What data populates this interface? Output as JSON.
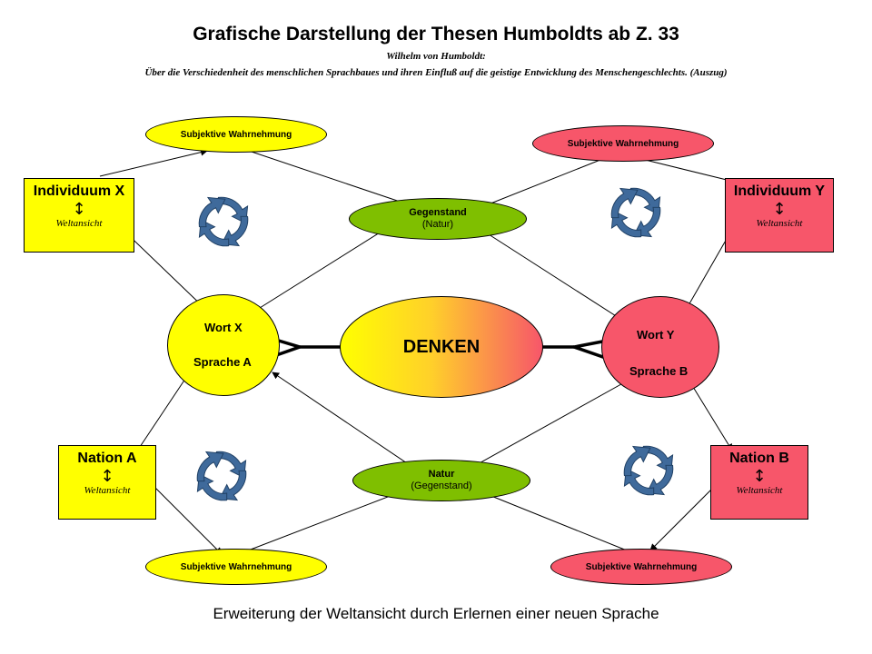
{
  "header": {
    "title": "Grafische Darstellung der Thesen Humboldts ab Z. 33",
    "author_line": "Wilhelm von Humboldt:",
    "work_line": "Über die Verschiedenheit des menschlichen Sprachbaues und ihren Einfluß auf die geistige Entwicklung des Menschengeschlechts. (Auszug)"
  },
  "boxes": {
    "individuum_x": {
      "name": "Individuum X",
      "arrow": "↕",
      "sub": "Weltansicht"
    },
    "individuum_y": {
      "name": "Individuum Y",
      "arrow": "↕",
      "sub": "Weltansicht"
    },
    "nation_a": {
      "name": "Nation A",
      "arrow": "↕",
      "sub": "Weltansicht"
    },
    "nation_b": {
      "name": "Nation B",
      "arrow": "↕",
      "sub": "Weltansicht"
    }
  },
  "perception": {
    "top_left": "Subjektive Wahrnehmung",
    "top_right": "Subjektive Wahrnehmung",
    "bottom_left": "Subjektive Wahrnehmung",
    "bottom_right": "Subjektive Wahrnehmung"
  },
  "objects": {
    "top": {
      "line1": "Gegenstand",
      "line2": "(Natur)"
    },
    "bottom": {
      "line1": "Natur",
      "line2": "(Gegenstand)"
    }
  },
  "center": {
    "label": "DENKEN"
  },
  "language_a": {
    "word": "Wort X",
    "language": "Sprache A"
  },
  "language_b": {
    "word": "Wort Y",
    "language": "Sprache B"
  },
  "footer": "Erweiterung der Weltansicht durch Erlernen einer neuen Sprache",
  "colors": {
    "yellow": "#ffff00",
    "red": "#f7566a",
    "green": "#7fbf00",
    "cycle_blue": "#3f6a9b"
  },
  "icons": [
    "cycle-arrows-icon"
  ]
}
